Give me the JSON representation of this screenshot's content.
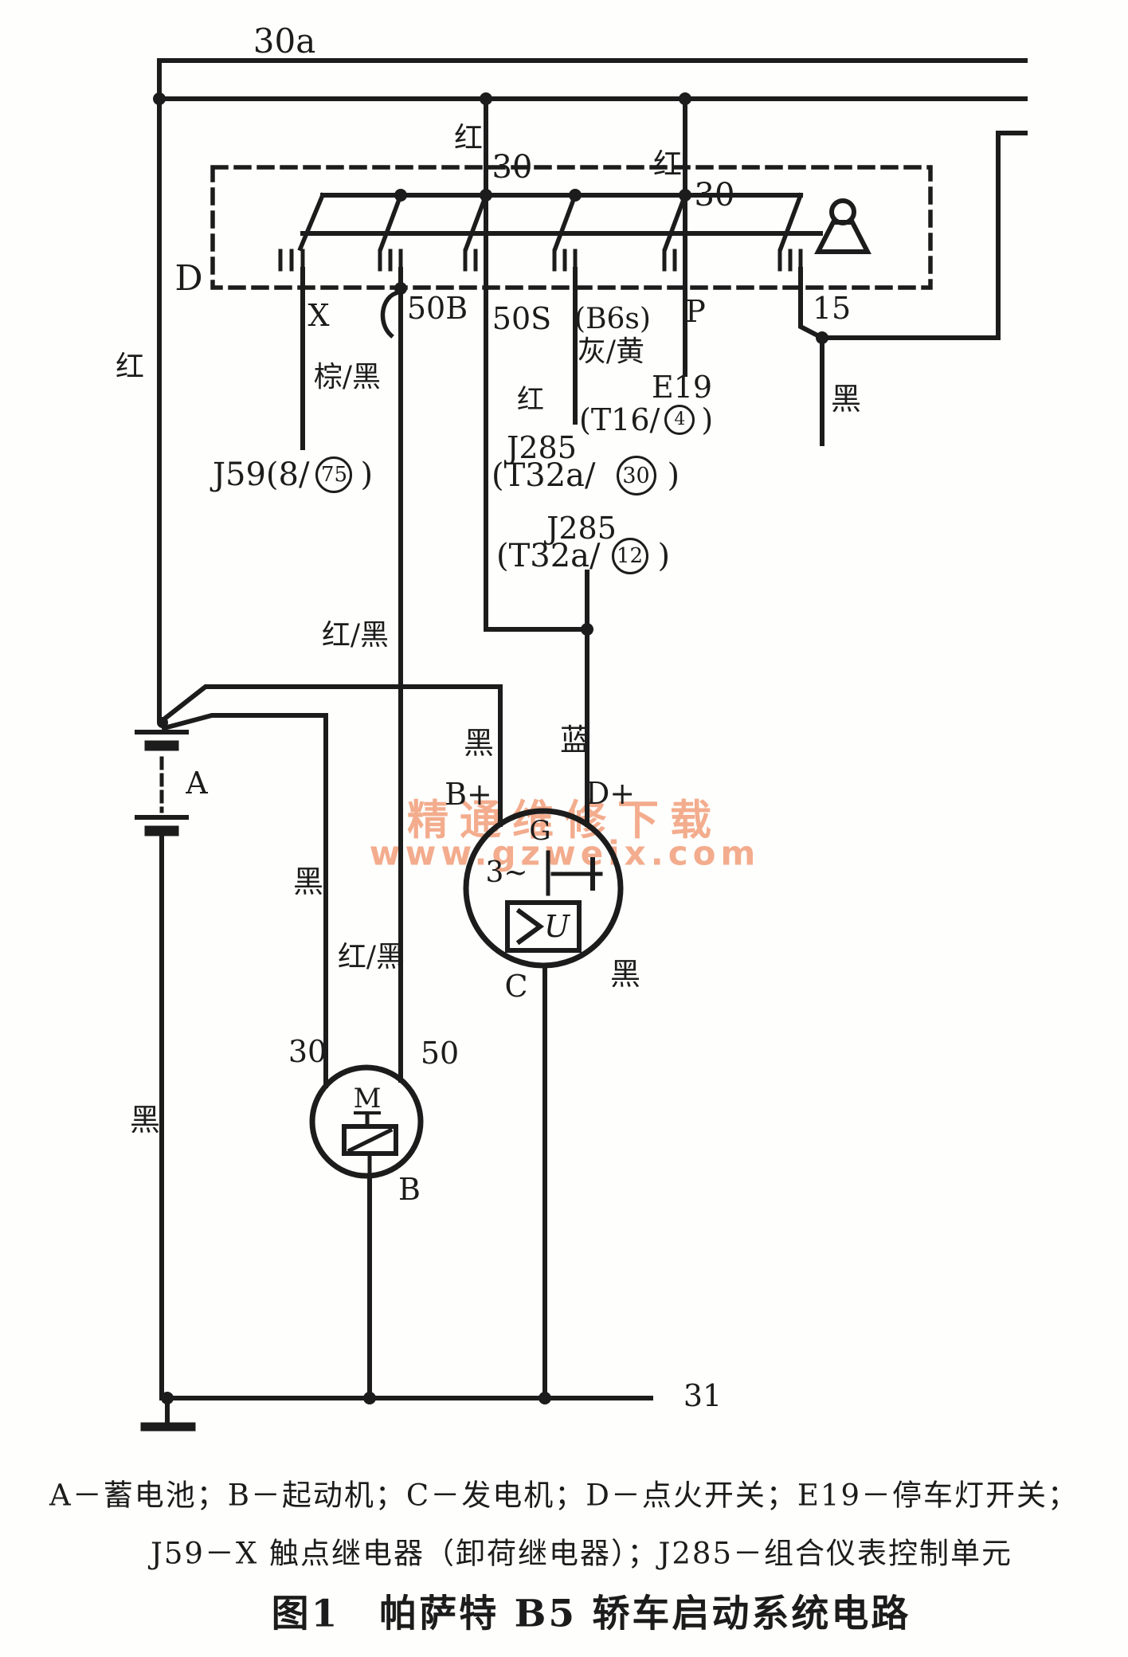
{
  "watermark": {
    "title": "精通维修下载",
    "url": "www.gzweix.com"
  },
  "nets": {
    "t30a": "30a",
    "t30_left": "30",
    "t30_right": "30",
    "t15": "15",
    "t31": "31"
  },
  "switch": {
    "name": "D",
    "term_x": "X",
    "term_50b": "50B",
    "term_50s": "50S",
    "term_b6s": "(B6s)",
    "term_p": "P"
  },
  "wire_colors": {
    "red_left": "红",
    "red_drop1": "红",
    "red_drop2": "红",
    "red_50s": "红",
    "brown_black": "棕/黑",
    "gray_yellow": "灰/黄",
    "red_black_upper": "红/黑",
    "red_black_lower": "红/黑",
    "black_bplus": "黑",
    "black_starter": "黑",
    "black_battery": "黑",
    "black_15": "黑",
    "black_generator": "黑",
    "blue": "蓝"
  },
  "components": {
    "battery": "A",
    "starter": "B",
    "generator": "C",
    "motor": "M",
    "gen_letter": "G",
    "phases": "3~",
    "regulator_u": "U",
    "b_plus": "B+",
    "d_plus": "D+",
    "term30": "30",
    "term50": "50"
  },
  "refs": {
    "j59_pre": "J59(8/",
    "j59_num": "75",
    "j59_post": ")",
    "e19_name": "E19",
    "e19_pre": "(T16/",
    "e19_num": "4",
    "e19_post": ")",
    "j285a_name": "J285",
    "j285a_pre": "(T32a/",
    "j285a_num": "30",
    "j285a_post": ")",
    "j285b_name": "J285",
    "j285b_pre": "(T32a/",
    "j285b_num": "12",
    "j285b_post": ")"
  },
  "legend": {
    "line1": "A－蓄电池；B－起动机；C－发电机；D－点火开关；E19－停车灯开关；",
    "line2": "J59－X 触点继电器（卸荷继电器）；J285－组合仪表控制单元",
    "caption": "图1　帕萨特 B5 轿车启动系统电路"
  }
}
